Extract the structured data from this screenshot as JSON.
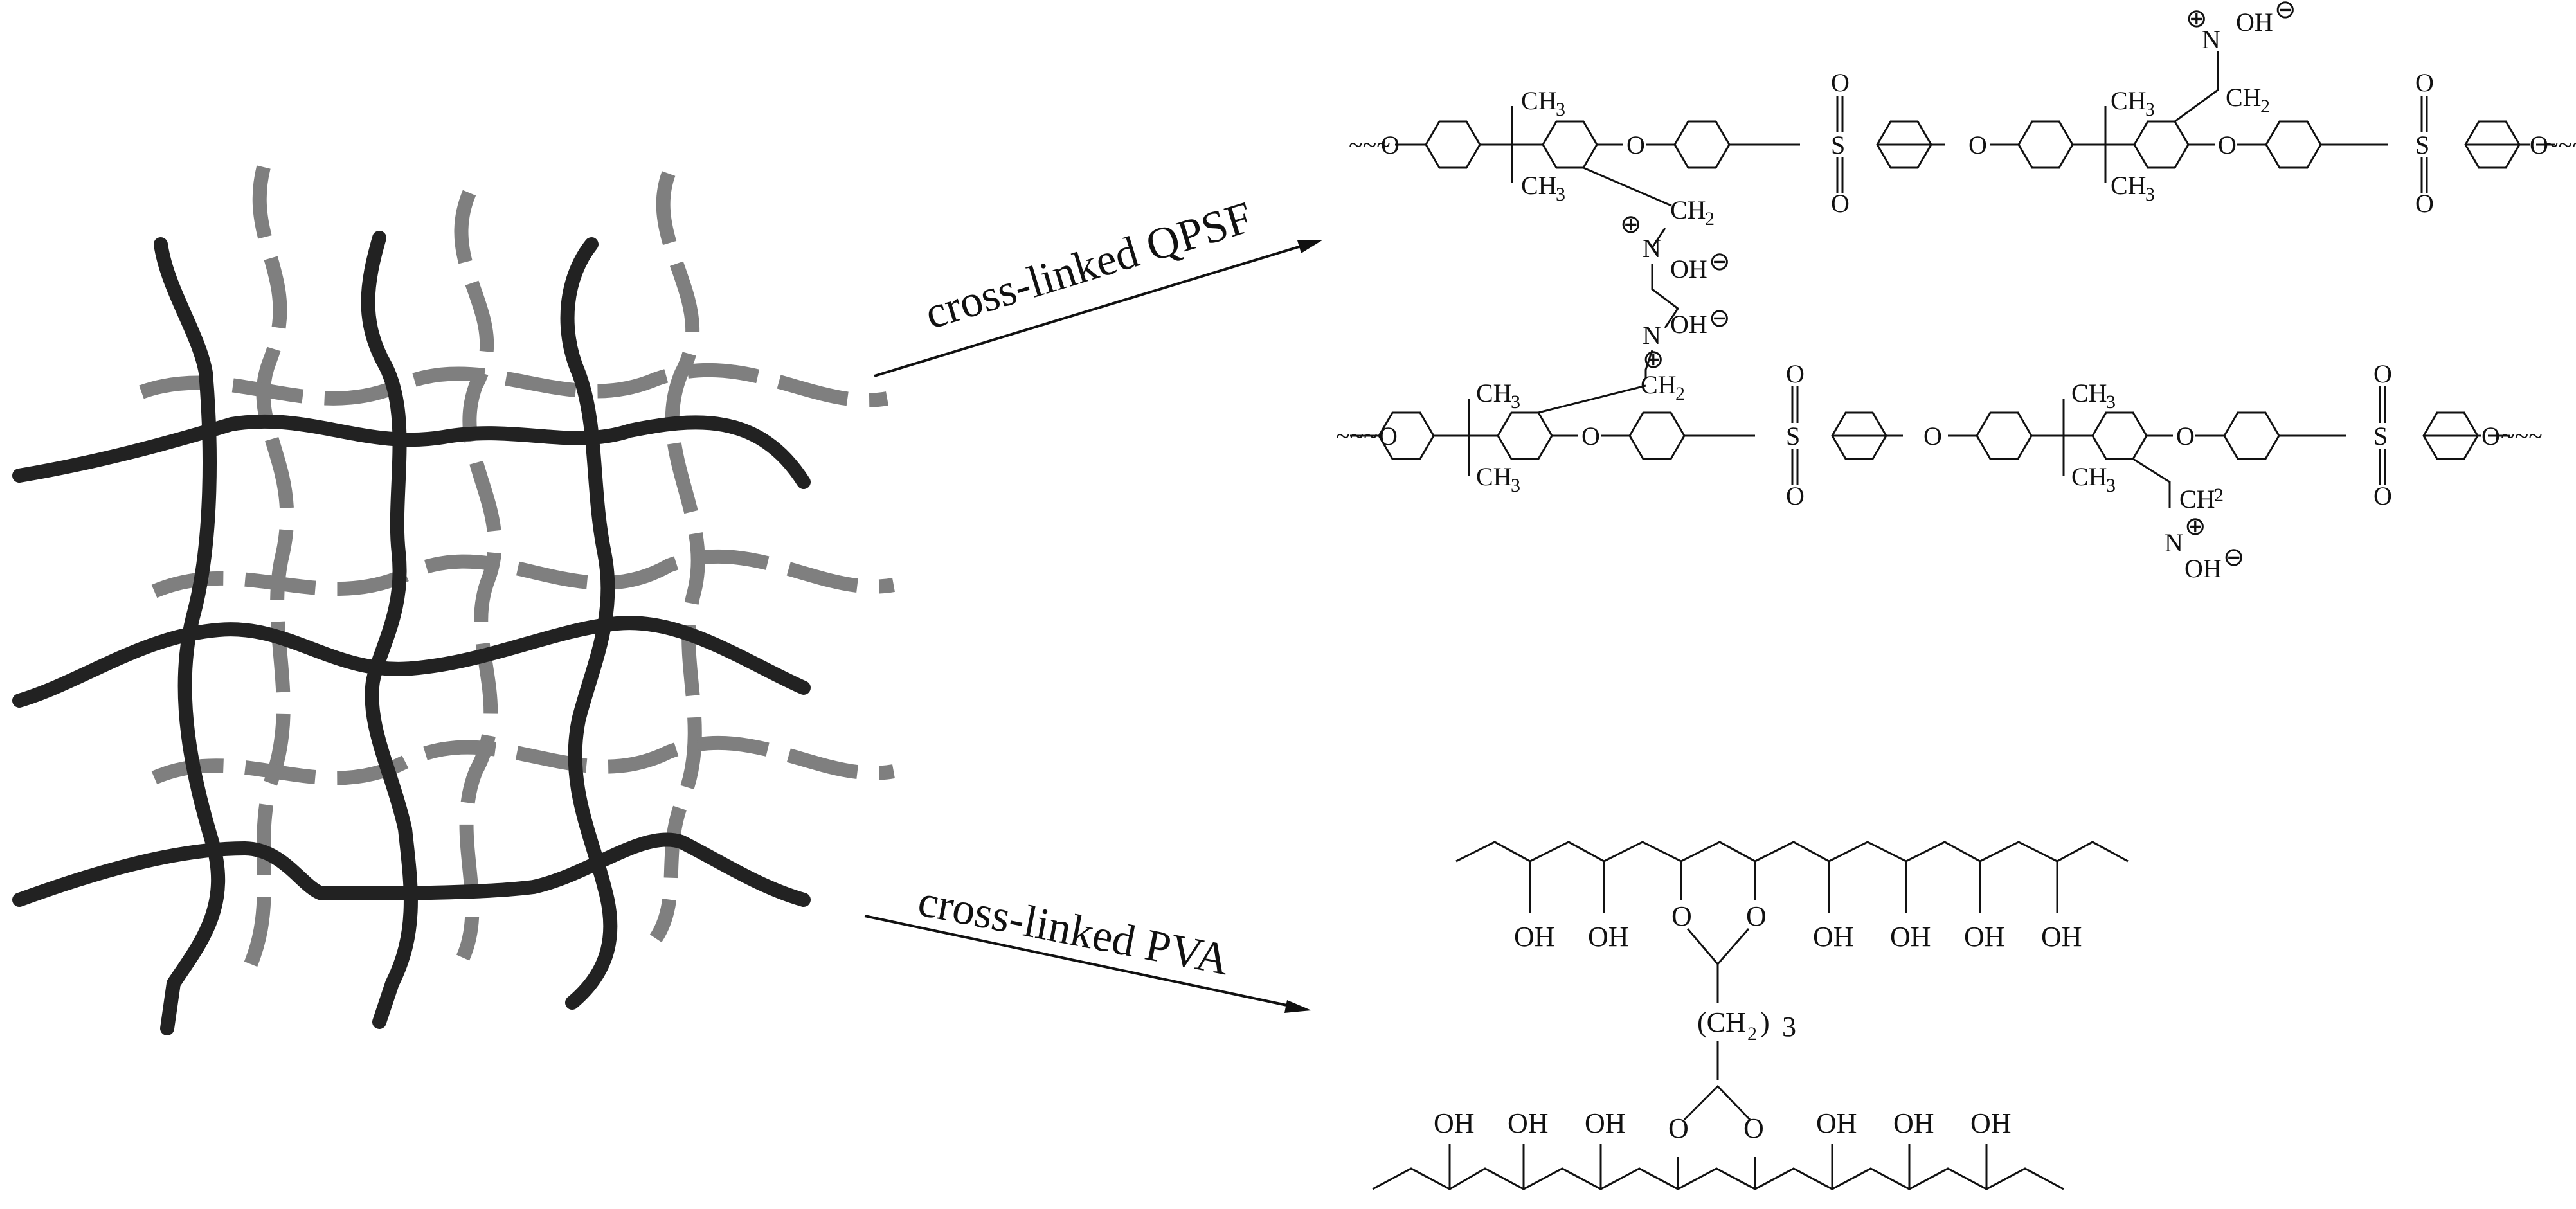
{
  "network": {
    "solid_color": "#222222",
    "dashed_color": "#7f7f7f"
  },
  "arrows": {
    "top_label": "cross-linked QPSF",
    "bottom_label": "cross-linked PVA"
  },
  "qpsf": {
    "ch3": "CH",
    "sub3": "3",
    "ch2": "CH",
    "sub2": "2",
    "o": "O",
    "s": "S",
    "n": "N",
    "oh": "OH",
    "plus": "⊕",
    "minus": "⊖",
    "wave": "~~~"
  },
  "pva": {
    "oh": "OH",
    "o": "O",
    "ch2_paren": "(CH",
    "sub2": "2",
    "close": ")",
    "n3": "3"
  }
}
